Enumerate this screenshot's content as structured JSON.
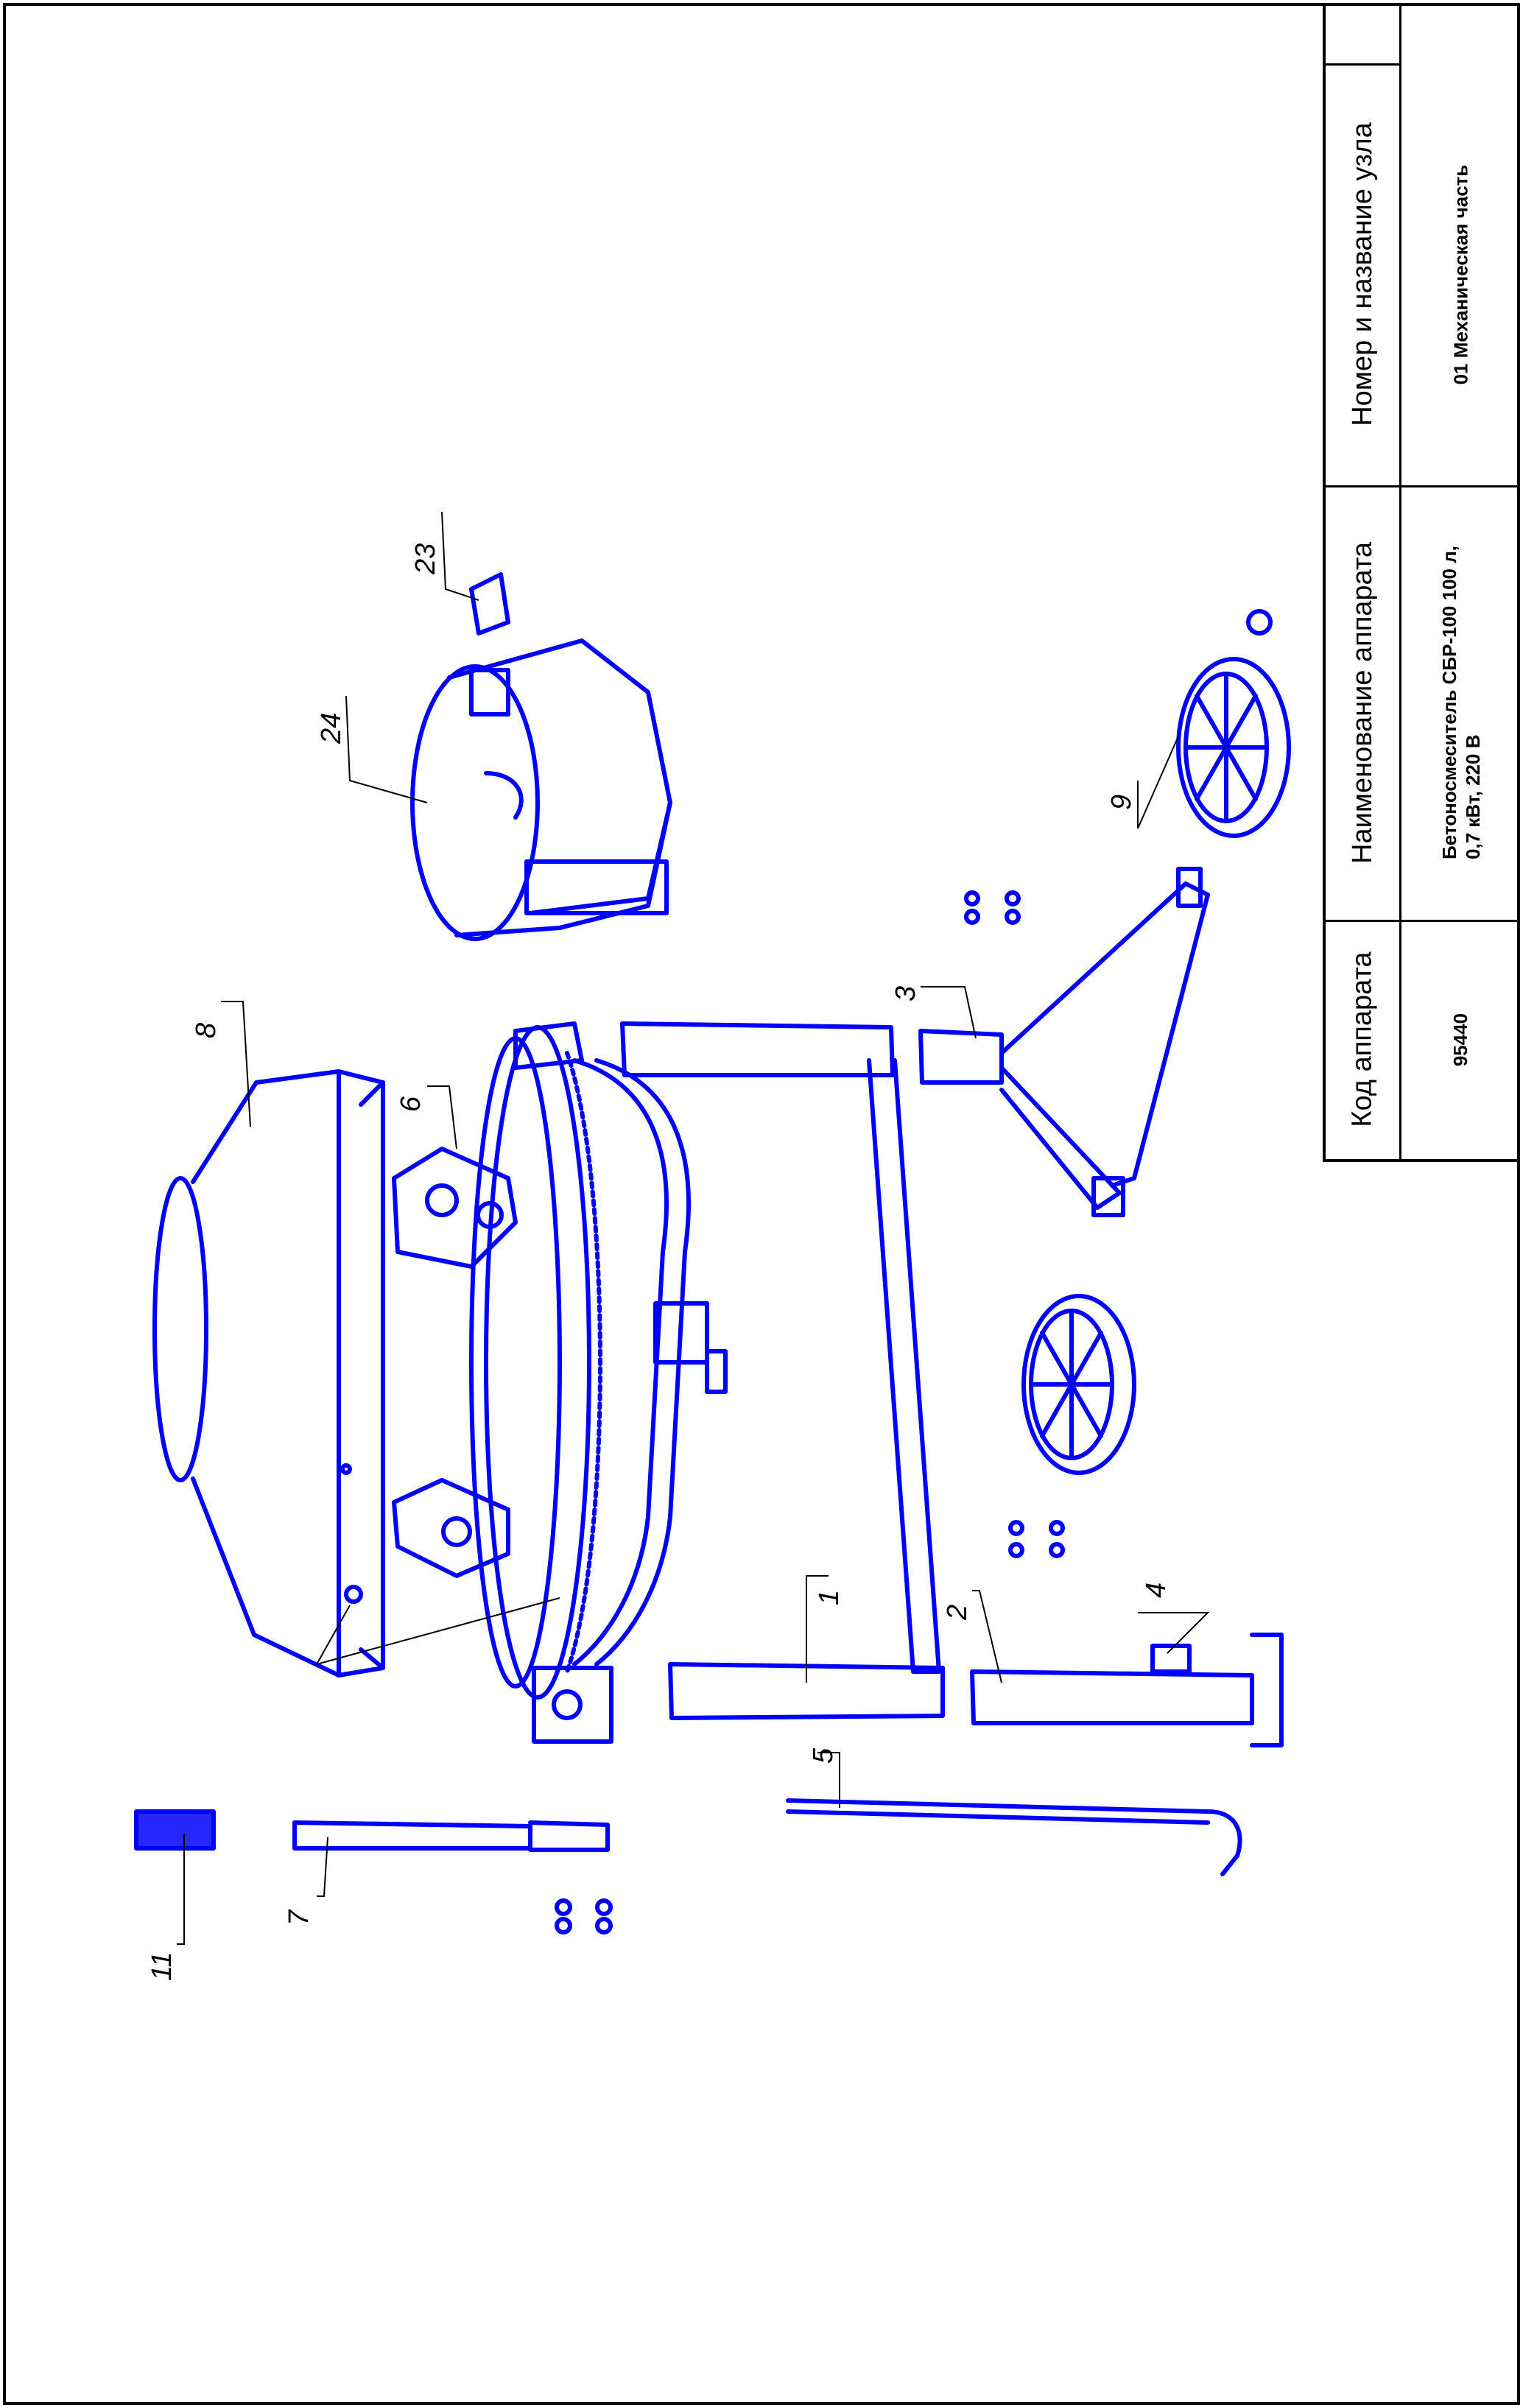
{
  "title_block": {
    "headers": {
      "code": "Код аппарата",
      "name": "Наименование аппарата",
      "unit": "Номер и название узла"
    },
    "values": {
      "code": "95440",
      "name_line1": "Бетоносмеситель СБР-100 100 л,",
      "name_line2": "0,7 кВт, 220 В",
      "unit": "01 Механическая часть"
    }
  },
  "parts": {
    "p1": "1",
    "p2": "2",
    "p3": "3",
    "p4": "4",
    "p5": "5",
    "p6": "6",
    "p7": "7",
    "p8": "8",
    "p9": "9",
    "p11": "11",
    "p23": "23",
    "p24": "24"
  },
  "colors": {
    "line": "#0000ff",
    "leader": "#000000",
    "frame": "#000000"
  }
}
